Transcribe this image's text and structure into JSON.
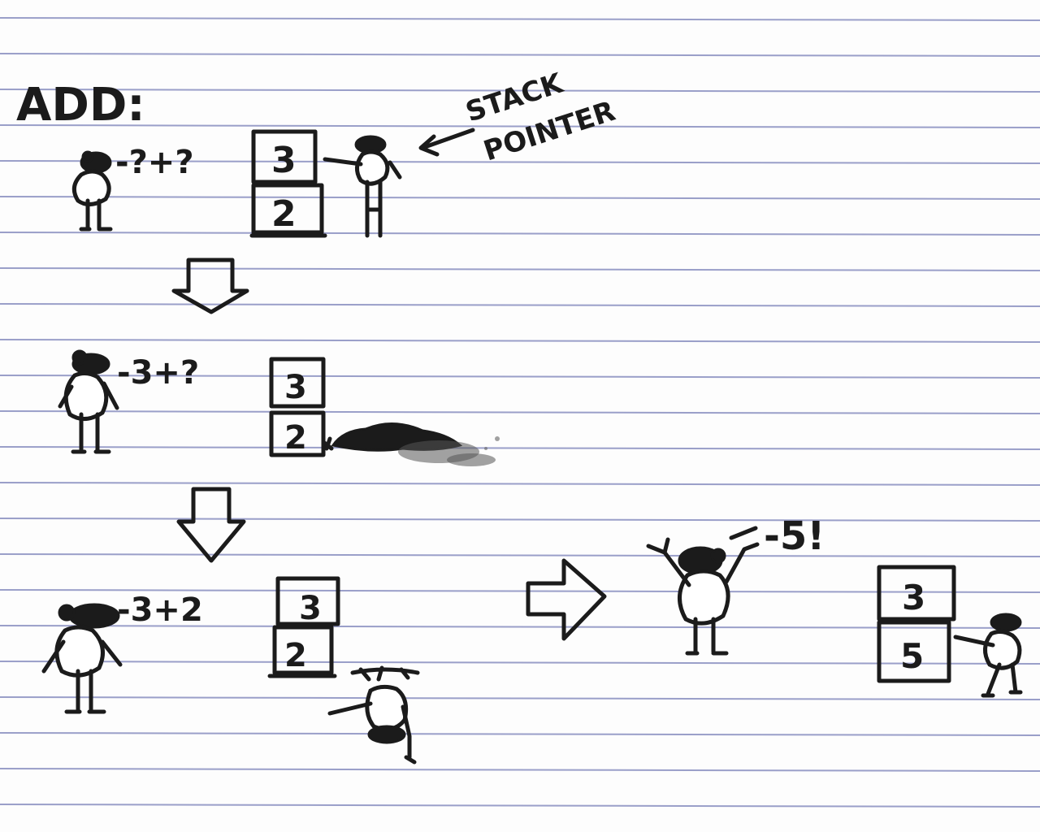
{
  "title": "ADD:",
  "stack_pointer_label": [
    "STACK",
    "POINTER"
  ],
  "frames": [
    {
      "speech": "-?+?",
      "stack": [
        "3",
        "2"
      ]
    },
    {
      "speech": "-3+?",
      "stack": [
        "3",
        "2"
      ]
    },
    {
      "speech": "-3+2",
      "stack": [
        "3",
        "2"
      ]
    },
    {
      "speech": "-5!",
      "stack": [
        "3",
        "5"
      ]
    }
  ],
  "colors": {
    "ink": "#1b1b1b",
    "ruled_lines": "#9a9fc9",
    "paper": "#fdfdfd"
  },
  "icons": [
    "down-arrow-icon",
    "right-arrow-icon",
    "stack-pointer-arrow-icon"
  ]
}
